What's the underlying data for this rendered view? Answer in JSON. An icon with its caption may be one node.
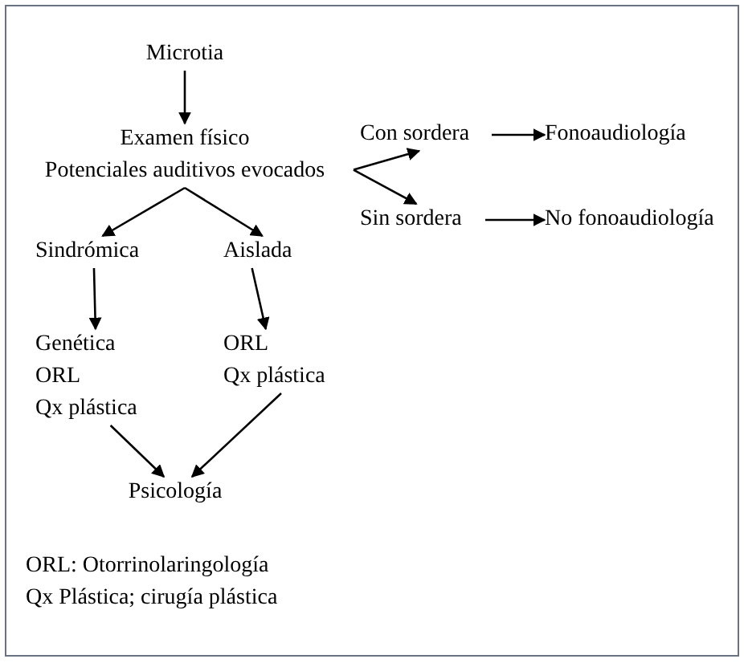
{
  "diagram": {
    "nodes": [
      {
        "text": [
          "Microtia"
        ]
      },
      {
        "text": [
          "Examen físico",
          "Potenciales auditivos evocados"
        ]
      },
      {
        "text": [
          "Con sordera"
        ]
      },
      {
        "text": [
          "Fonoaudiología"
        ]
      },
      {
        "text": [
          "Sin sordera"
        ]
      },
      {
        "text": [
          "No fonoaudiología"
        ]
      },
      {
        "text": [
          "Sindrómica"
        ]
      },
      {
        "text": [
          "Aislada"
        ]
      },
      {
        "text": [
          "Genética",
          "ORL",
          "Qx plástica"
        ]
      },
      {
        "text": [
          "ORL",
          "Qx plástica"
        ]
      },
      {
        "text": [
          "Psicología"
        ]
      }
    ],
    "edges": [
      {
        "from": 0,
        "to": 1,
        "arrow": "to"
      },
      {
        "from": 1,
        "to": 2,
        "arrow": "to"
      },
      {
        "from": 1,
        "to": 4,
        "arrow": "to"
      },
      {
        "from": 2,
        "to": 3,
        "arrow": "to"
      },
      {
        "from": 4,
        "to": 5,
        "arrow": "to"
      },
      {
        "from": 1,
        "to": 6,
        "arrow": "to"
      },
      {
        "from": 1,
        "to": 7,
        "arrow": "to"
      },
      {
        "from": 6,
        "to": 8,
        "arrow": "to"
      },
      {
        "from": 7,
        "to": 9,
        "arrow": "to"
      },
      {
        "from": 8,
        "to": 10,
        "arrow": "to"
      },
      {
        "from": 9,
        "to": 10,
        "arrow": "to"
      }
    ],
    "labels": [
      "ORL: Otorrinolaringología",
      "Qx Plástica; cirugía plástica"
    ]
  }
}
